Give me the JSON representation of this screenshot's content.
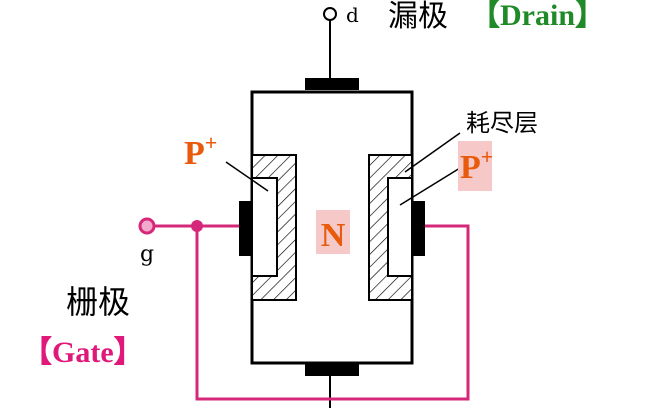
{
  "labels": {
    "drain_terminal": "d",
    "drain_cn": "漏极",
    "drain_en": "【Drain】",
    "depletion_layer": "耗尽层",
    "p_plus_left": "P",
    "p_plus_left_sup": "+",
    "p_plus_right": "P",
    "p_plus_right_sup": "+",
    "n_region": "N",
    "gate_terminal": "g",
    "gate_cn": "栅极",
    "gate_en": "【Gate】"
  },
  "colors": {
    "background": "#ffffff",
    "line": "#000000",
    "gate_wire": "#d6287a",
    "gate_pin_fill": "#f3a9cb",
    "accent_text": "#e85b0c",
    "drain_en_text": "#1f8a27",
    "gate_en_text": "#e0187a",
    "label_highlight": "#f6c8c8",
    "hatch": "#000000"
  }
}
